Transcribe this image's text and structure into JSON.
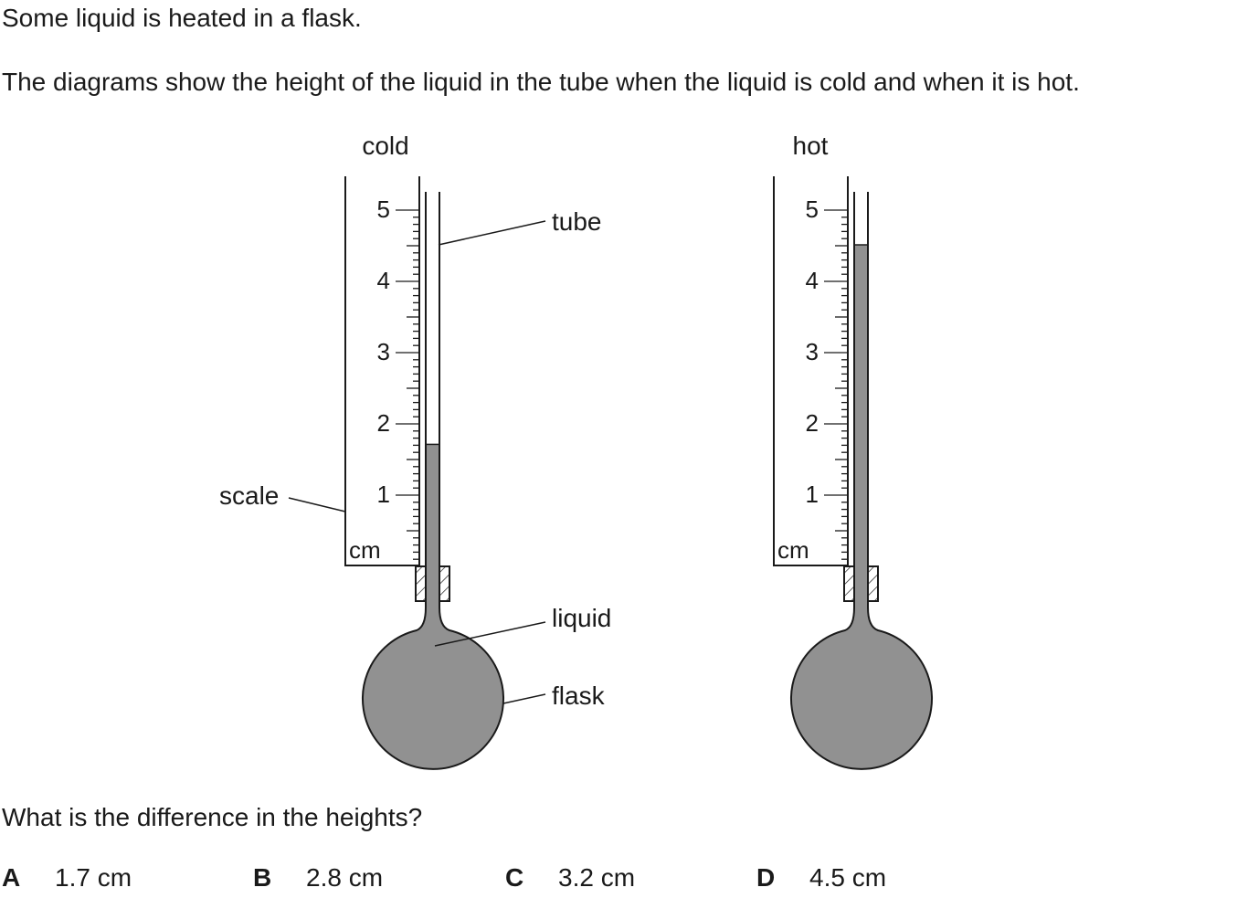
{
  "intro": "Some liquid is heated in a flask.",
  "description": "The diagrams show the height of the liquid in the tube when the liquid is cold and when it is hot.",
  "diagram": {
    "cold": {
      "title": "cold",
      "liquid_height_cm": 1.7
    },
    "hot": {
      "title": "hot",
      "liquid_height_cm": 4.5
    },
    "scale_unit": "cm",
    "scale_ticks": [
      "1",
      "2",
      "3",
      "4",
      "5"
    ],
    "labels": {
      "tube": "tube",
      "scale": "scale",
      "liquid": "liquid",
      "flask": "flask"
    },
    "colors": {
      "liquid": "#919191",
      "outline": "#1a1a1a"
    }
  },
  "question": "What is the difference in the heights?",
  "options": [
    {
      "letter": "A",
      "text": "1.7 cm"
    },
    {
      "letter": "B",
      "text": "2.8 cm"
    },
    {
      "letter": "C",
      "text": "3.2 cm"
    },
    {
      "letter": "D",
      "text": "4.5 cm"
    }
  ]
}
